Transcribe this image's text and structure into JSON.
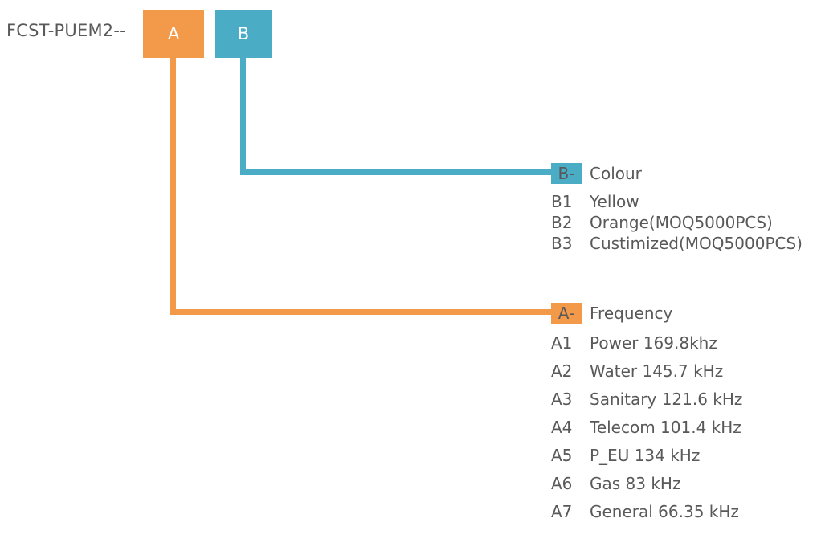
{
  "base_code": {
    "label": "FCST-PUEM2--"
  },
  "colors": {
    "orange": "#F2994A",
    "blue": "#4BACC6",
    "text": "#595959",
    "box_text": "#FFFFFF",
    "background": "#FFFFFF"
  },
  "segments": [
    {
      "id": "A",
      "label": "A",
      "color_name": "orange"
    },
    {
      "id": "B",
      "label": "B",
      "color_name": "blue"
    }
  ],
  "groups": {
    "colour": {
      "key": "B-",
      "title": "Colour",
      "options": [
        {
          "key": "B1",
          "value": "Yellow"
        },
        {
          "key": "B2",
          "value": "Orange(MOQ5000PCS)"
        },
        {
          "key": "B3",
          "value": "Custimized(MOQ5000PCS)"
        }
      ]
    },
    "frequency": {
      "key": "A-",
      "title": "Frequency",
      "options": [
        {
          "key": "A1",
          "value": "Power 169.8khz"
        },
        {
          "key": "A2",
          "value": "Water 145.7 kHz"
        },
        {
          "key": "A3",
          "value": "Sanitary 121.6 kHz"
        },
        {
          "key": "A4",
          "value": "Telecom 101.4 kHz"
        },
        {
          "key": "A5",
          "value": "P_EU 134 kHz"
        },
        {
          "key": "A6",
          "value": "Gas 83 kHz"
        },
        {
          "key": "A7",
          "value": "General 66.35 kHz"
        }
      ]
    }
  }
}
